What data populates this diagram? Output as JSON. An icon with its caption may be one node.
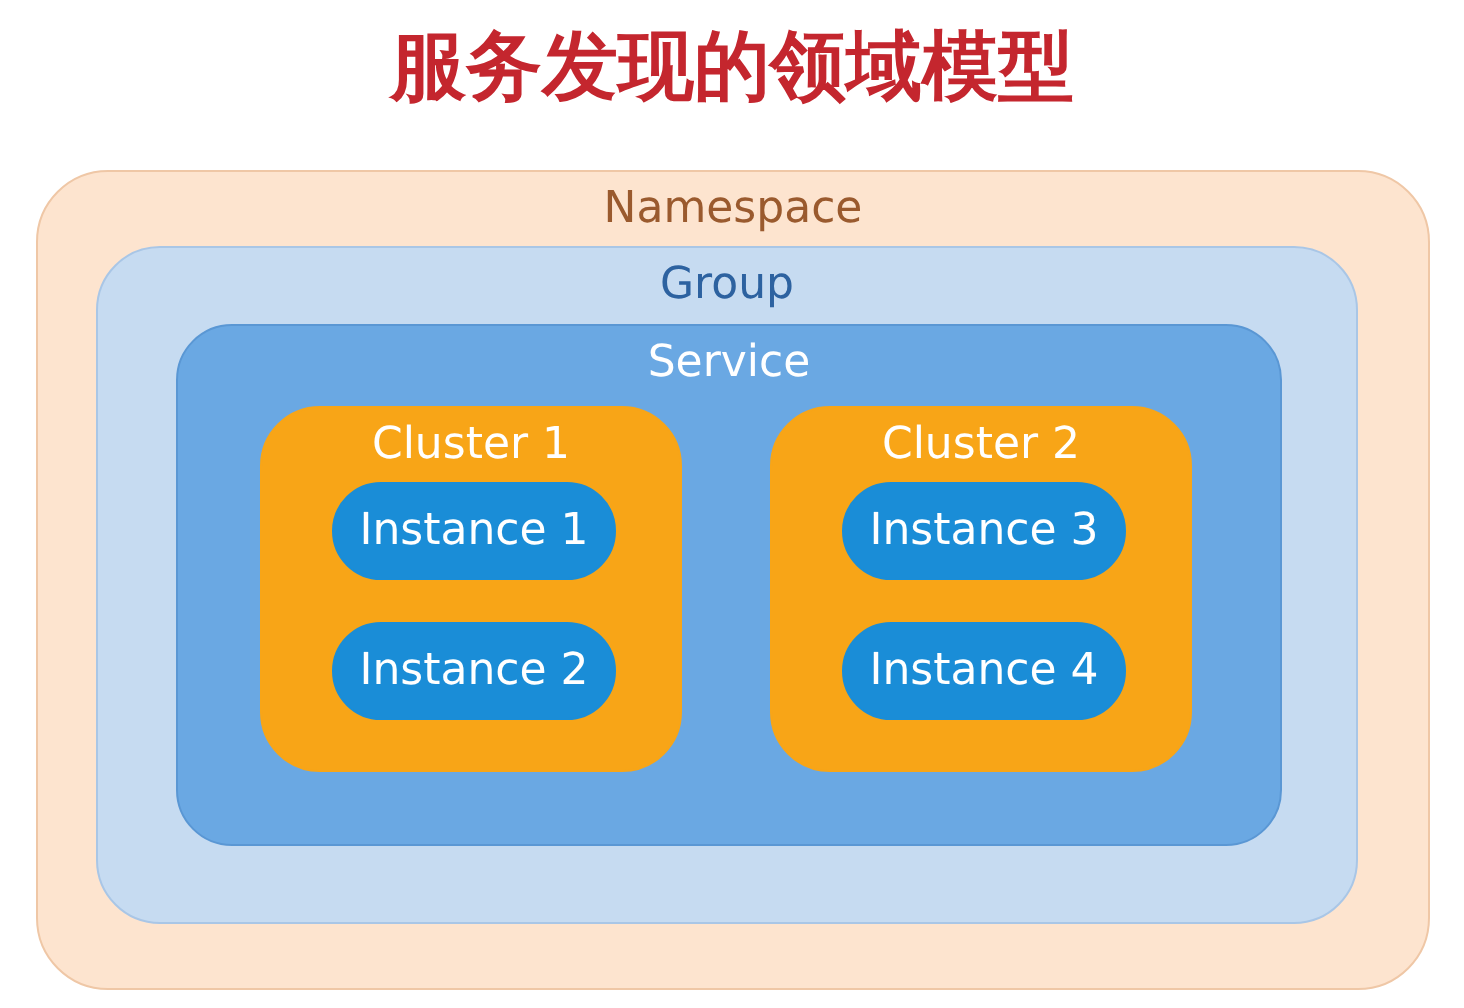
{
  "diagram": {
    "title": "服务发现的领域模型",
    "nodes": [
      {
        "text": [
          "Namespace"
        ]
      },
      {
        "text": [
          "Group"
        ],
        "in": 0
      },
      {
        "text": [
          "Service"
        ],
        "in": 1
      },
      {
        "text": [
          "Cluster 1"
        ],
        "in": 2
      },
      {
        "text": [
          "Instance 1"
        ],
        "in": 3
      },
      {
        "text": [
          "Instance 2"
        ],
        "in": 3
      },
      {
        "text": [
          "Cluster 2"
        ],
        "in": 2
      },
      {
        "text": [
          "Instance 3"
        ],
        "in": 6
      },
      {
        "text": [
          "Instance 4"
        ],
        "in": 6
      }
    ]
  }
}
